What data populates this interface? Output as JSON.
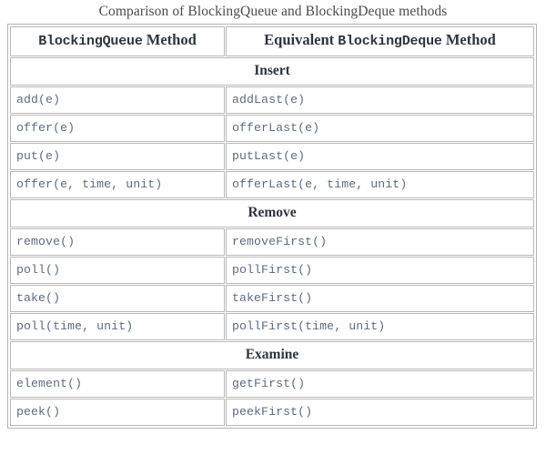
{
  "title": "Comparison of BlockingQueue and BlockingDeque methods",
  "colors": {
    "page_background": "#ffffff",
    "title_text": "#4a4a52",
    "header_text": "#2f3540",
    "code_text": "#5d6b80",
    "cell_border": "#b9b9b9",
    "table_border": "#b4b4b4"
  },
  "table": {
    "headers": {
      "col1": {
        "mono": "BlockingQueue",
        "serif": "Method"
      },
      "col2": {
        "serif_prefix": "Equivalent",
        "mono": "BlockingDeque",
        "serif_suffix": "Method"
      }
    },
    "sections": [
      {
        "label": "Insert",
        "rows": [
          {
            "queue": "add(e)",
            "deque": "addLast(e)"
          },
          {
            "queue": "offer(e)",
            "deque": "offerLast(e)"
          },
          {
            "queue": "put(e)",
            "deque": "putLast(e)"
          },
          {
            "queue": "offer(e, time, unit)",
            "deque": "offerLast(e, time, unit)"
          }
        ]
      },
      {
        "label": "Remove",
        "rows": [
          {
            "queue": "remove()",
            "deque": "removeFirst()"
          },
          {
            "queue": "poll()",
            "deque": "pollFirst()"
          },
          {
            "queue": "take()",
            "deque": "takeFirst()"
          },
          {
            "queue": "poll(time, unit)",
            "deque": "pollFirst(time, unit)"
          }
        ]
      },
      {
        "label": "Examine",
        "rows": [
          {
            "queue": "element()",
            "deque": "getFirst()"
          },
          {
            "queue": "peek()",
            "deque": "peekFirst()"
          }
        ]
      }
    ]
  }
}
